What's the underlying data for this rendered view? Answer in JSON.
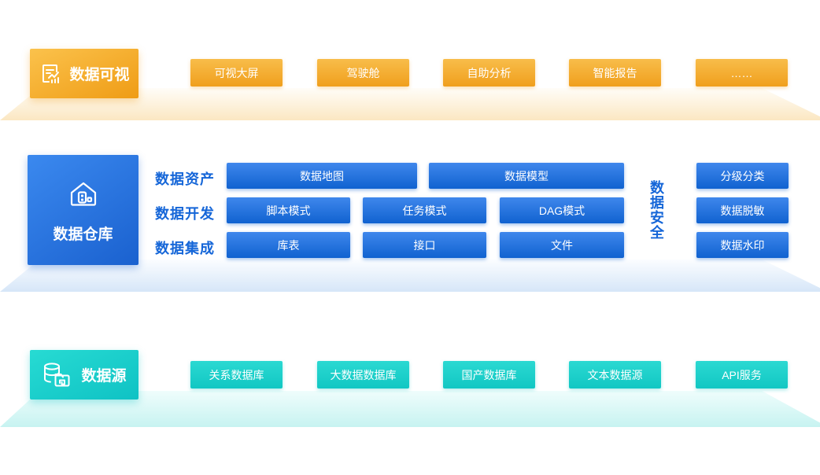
{
  "layers": {
    "visualization": {
      "card_label": "数据可视",
      "items": [
        "可视大屏",
        "驾驶舱",
        "自助分析",
        "智能报告",
        "……"
      ]
    },
    "warehouse": {
      "card_label": "数据仓库",
      "rows": [
        {
          "label": "数据资产",
          "items": [
            "数据地图",
            "数据模型"
          ]
        },
        {
          "label": "数据开发",
          "items": [
            "脚本模式",
            "任务模式",
            "DAG模式"
          ]
        },
        {
          "label": "数据集成",
          "items": [
            "库表",
            "接口",
            "文件"
          ]
        }
      ],
      "security": {
        "label": "数据安全",
        "items": [
          "分级分类",
          "数据脱敏",
          "数据水印"
        ]
      }
    },
    "source": {
      "card_label": "数据源",
      "items": [
        "关系数据库",
        "大数据数据库",
        "国产数据库",
        "文本数据源",
        "API服务"
      ]
    }
  },
  "icons": {
    "visualization": "report-chart-icon",
    "warehouse": "warehouse-house-icon",
    "source": "database-folder-icon"
  },
  "colors": {
    "orange_dark": "#f09f1d",
    "orange_light": "#fbc24c",
    "orange_platform": "#fbe7c2",
    "blue_dark": "#1062d0",
    "blue_light": "#3f87ec",
    "blue_text": "#1566d8",
    "blue_platform": "#d6e6f8",
    "cyan_dark": "#11c7c3",
    "cyan_light": "#2bd9d2",
    "cyan_platform": "#c7f3f1",
    "text_on_fill": "#ffffff"
  }
}
